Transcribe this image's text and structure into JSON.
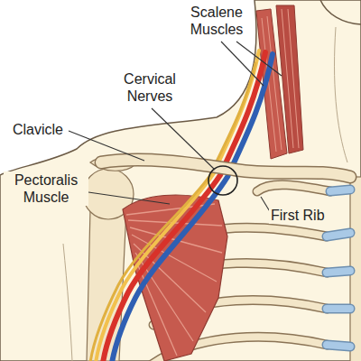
{
  "diagram": {
    "labels": [
      "Scalene Muscles",
      "Cervical Nerves",
      "Clavicle",
      "Pectoralis Muscle",
      "First Rib"
    ]
  }
}
